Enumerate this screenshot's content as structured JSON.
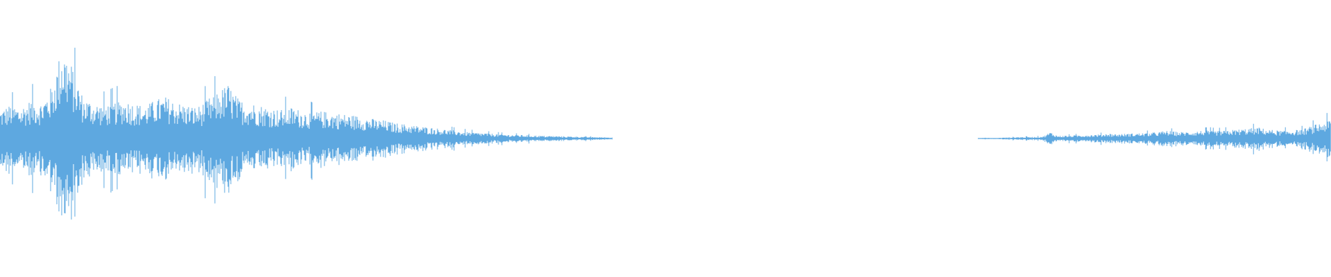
{
  "waveform": {
    "color": "#5ea8e0",
    "background": "#ffffff",
    "duration_fraction_segments": [
      {
        "start": 0.0,
        "end": 0.46,
        "envelope": [
          0.22,
          0.26,
          0.24,
          0.3,
          0.28,
          0.4,
          0.72,
          0.55,
          0.32,
          0.28,
          0.26,
          0.28,
          0.3,
          0.27,
          0.25,
          0.3,
          0.32,
          0.28,
          0.26,
          0.24,
          0.3,
          0.36,
          0.42,
          0.3,
          0.28,
          0.26,
          0.24,
          0.22,
          0.24,
          0.22,
          0.2,
          0.21,
          0.2,
          0.19,
          0.18,
          0.17,
          0.15,
          0.14,
          0.12,
          0.11,
          0.1,
          0.09,
          0.08,
          0.07,
          0.06,
          0.05,
          0.045,
          0.04,
          0.035,
          0.03,
          0.028,
          0.025,
          0.022,
          0.02,
          0.018,
          0.016,
          0.014,
          0.012,
          0.01,
          0.008
        ]
      },
      {
        "start": 0.735,
        "end": 1.0,
        "envelope": [
          0.006,
          0.006,
          0.0,
          0.006,
          0.008,
          0.01,
          0.012,
          0.012,
          0.014,
          0.016,
          0.05,
          0.02,
          0.022,
          0.024,
          0.026,
          0.028,
          0.03,
          0.032,
          0.04,
          0.034,
          0.036,
          0.038,
          0.04,
          0.042,
          0.045,
          0.05,
          0.06,
          0.055,
          0.05,
          0.052,
          0.055,
          0.06,
          0.062,
          0.058,
          0.06,
          0.065,
          0.07,
          0.075,
          0.08,
          0.085,
          0.07,
          0.065,
          0.06,
          0.062,
          0.065,
          0.07,
          0.09,
          0.11,
          0.13,
          0.15
        ]
      }
    ]
  }
}
